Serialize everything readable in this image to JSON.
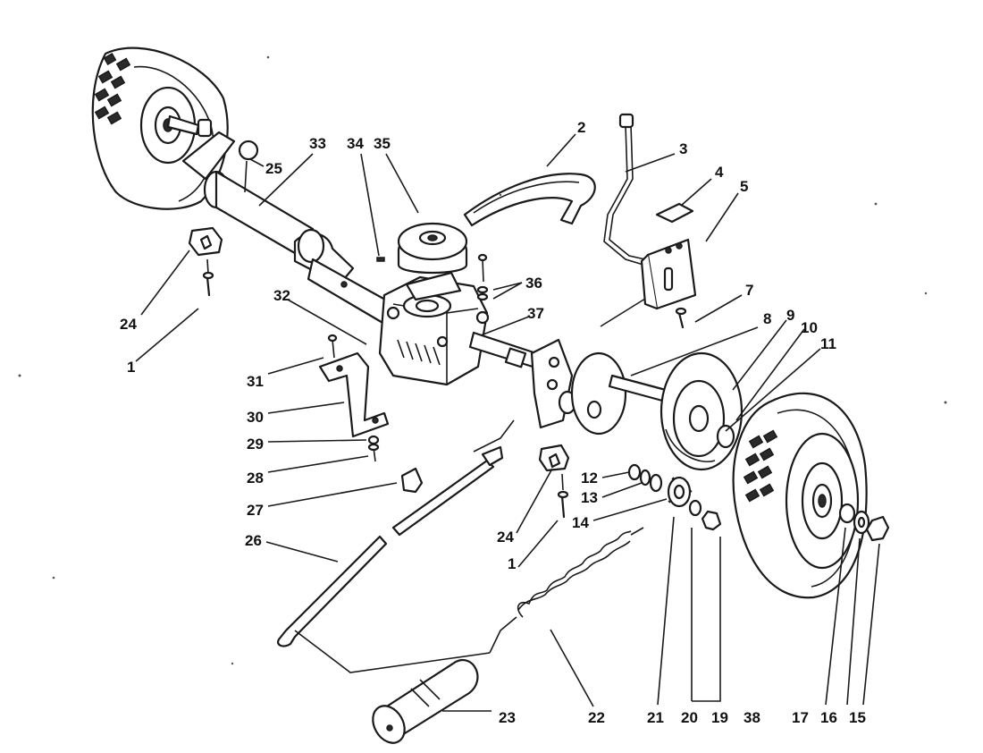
{
  "callouts": [
    {
      "id": "c2",
      "text": "2"
    },
    {
      "id": "c3",
      "text": "3"
    },
    {
      "id": "c4",
      "text": "4"
    },
    {
      "id": "c5",
      "text": "5"
    },
    {
      "id": "c7",
      "text": "7"
    },
    {
      "id": "c8",
      "text": "8"
    },
    {
      "id": "c9",
      "text": "9"
    },
    {
      "id": "c10",
      "text": "10"
    },
    {
      "id": "c11",
      "text": "11"
    },
    {
      "id": "c33",
      "text": "33"
    },
    {
      "id": "c34",
      "text": "34"
    },
    {
      "id": "c35",
      "text": "35"
    },
    {
      "id": "c25",
      "text": "25"
    },
    {
      "id": "c36",
      "text": "36"
    },
    {
      "id": "c37",
      "text": "37"
    },
    {
      "id": "c32",
      "text": "32"
    },
    {
      "id": "c24a",
      "text": "24"
    },
    {
      "id": "c1a",
      "text": "1"
    },
    {
      "id": "c31",
      "text": "31"
    },
    {
      "id": "c30",
      "text": "30"
    },
    {
      "id": "c29",
      "text": "29"
    },
    {
      "id": "c28",
      "text": "28"
    },
    {
      "id": "c27",
      "text": "27"
    },
    {
      "id": "c26",
      "text": "26"
    },
    {
      "id": "c12",
      "text": "12"
    },
    {
      "id": "c13",
      "text": "13"
    },
    {
      "id": "c14",
      "text": "14"
    },
    {
      "id": "c24b",
      "text": "24"
    },
    {
      "id": "c1b",
      "text": "1"
    },
    {
      "id": "c23",
      "text": "23"
    },
    {
      "id": "c22",
      "text": "22"
    },
    {
      "id": "c21",
      "text": "21"
    },
    {
      "id": "c20",
      "text": "20"
    },
    {
      "id": "c19",
      "text": "19"
    },
    {
      "id": "c38",
      "text": "38"
    },
    {
      "id": "c17",
      "text": "17"
    },
    {
      "id": "c16",
      "text": "16"
    },
    {
      "id": "c15",
      "text": "15"
    }
  ]
}
